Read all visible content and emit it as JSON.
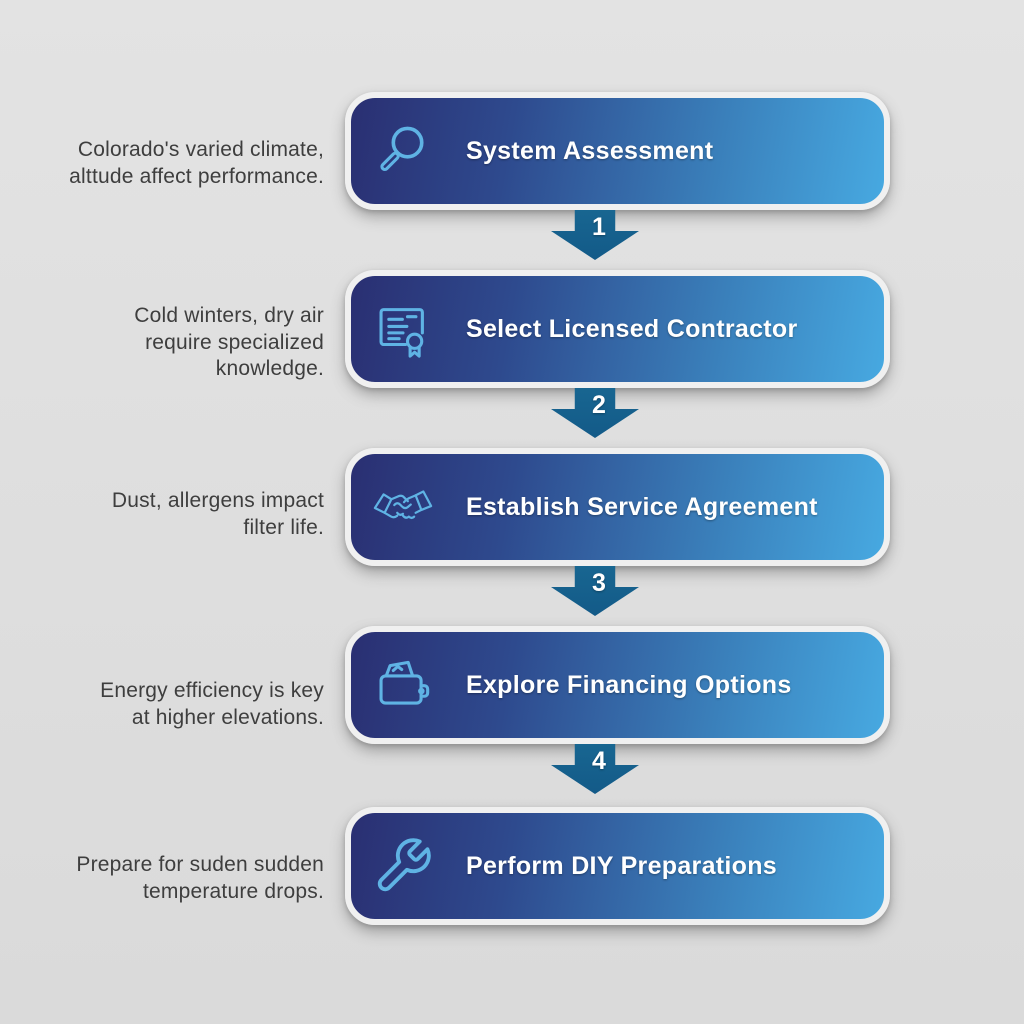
{
  "figure": {
    "kind": "process-flow-infographic",
    "colors": {
      "background": "#dedede",
      "box_gradient_start": "#2a2f72",
      "box_gradient_end": "#47a9e1",
      "box_border": "#f0f0f0",
      "arrow": "#15608f",
      "icon_stroke": "#5fb3e4",
      "title_text": "#ffffff",
      "note_text": "#3e3e3e"
    }
  },
  "steps": [
    {
      "title": "System Assessment",
      "icon": "magnifier-icon",
      "note": {
        "line1": "Colorado's varied climate,",
        "line2": "alttude affect performance."
      },
      "arrow_label": "1"
    },
    {
      "title": "Select Licensed Contractor",
      "icon": "certificate-icon",
      "note": {
        "line1": "Cold winters, dry air",
        "line2": "require specialized knowledge."
      },
      "arrow_label": "2"
    },
    {
      "title": "Establish Service Agreement",
      "icon": "handshake-icon",
      "note": {
        "line1": "Dust, allergens impact",
        "line2": "filter life."
      },
      "arrow_label": "3"
    },
    {
      "title": "Explore Financing Options",
      "icon": "wallet-icon",
      "note": {
        "line1": "Energy efficiency is key",
        "line2": "at higher elevations."
      },
      "arrow_label": "4"
    },
    {
      "title": "Perform DIY Preparations",
      "icon": "wrench-icon",
      "note": {
        "line1": "Prepare for suden sudden",
        "line2": "temperature drops."
      },
      "arrow_label": ""
    }
  ]
}
